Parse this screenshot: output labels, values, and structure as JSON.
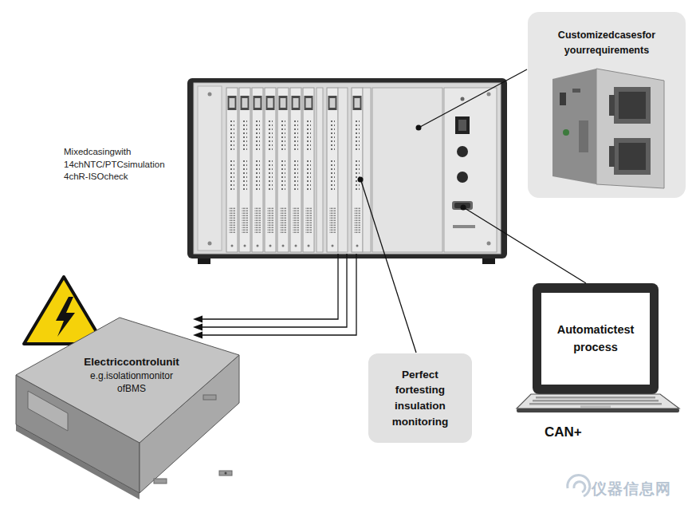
{
  "diagram": {
    "nodes": [
      {
        "text": [
          "Customizedcasesfor yourrequirements"
        ]
      },
      {
        "text": [
          "Electriccontrolunit",
          "e.g.isolationmonitor ofBMS"
        ]
      },
      {
        "text": [
          "Perfect fortesting insulation monitoring"
        ]
      },
      {
        "text": [
          "Automatictest process"
        ]
      }
    ],
    "labels": [
      "Mixedcasingwith 14chNTC/PTCsimulation 4chR-ISOcheck",
      "CAN+",
      "仪器信息网"
    ]
  }
}
